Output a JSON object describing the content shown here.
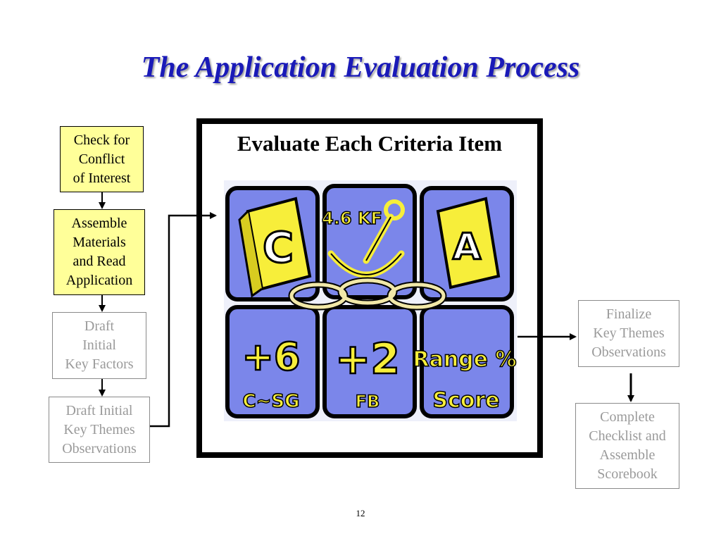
{
  "title": "The Application Evaluation Process",
  "left_steps": [
    {
      "text": "Check for\nConflict\nof Interest"
    },
    {
      "text": "Assemble\nMaterials\nand Read\nApplication"
    },
    {
      "text": "Draft\nInitial\nKey Factors"
    },
    {
      "text": "Draft Initial\nKey Themes\nObservations"
    }
  ],
  "center": {
    "title": "Evaluate Each Criteria Item",
    "tiles": [
      {
        "text": "C"
      },
      {
        "text": "4.6 KF"
      },
      {
        "text": "A"
      },
      {
        "text": "+6",
        "sub": "C~SG"
      },
      {
        "text": "+2",
        "sub": "FB"
      },
      {
        "text": "Range %",
        "sub": "Score"
      }
    ]
  },
  "right_steps": [
    {
      "text": "Finalize\nKey Themes\nObservations"
    },
    {
      "text": "Complete\nChecklist and\nAssemble\nScorebook"
    }
  ],
  "page_number": "12",
  "colors": {
    "title": "#1a1ab8",
    "active_step_fill": "#ffff99",
    "inactive_step_text": "#9a9a9a",
    "tile_blue": "#7b86ea",
    "tile_yellow": "#f7ee3a"
  }
}
